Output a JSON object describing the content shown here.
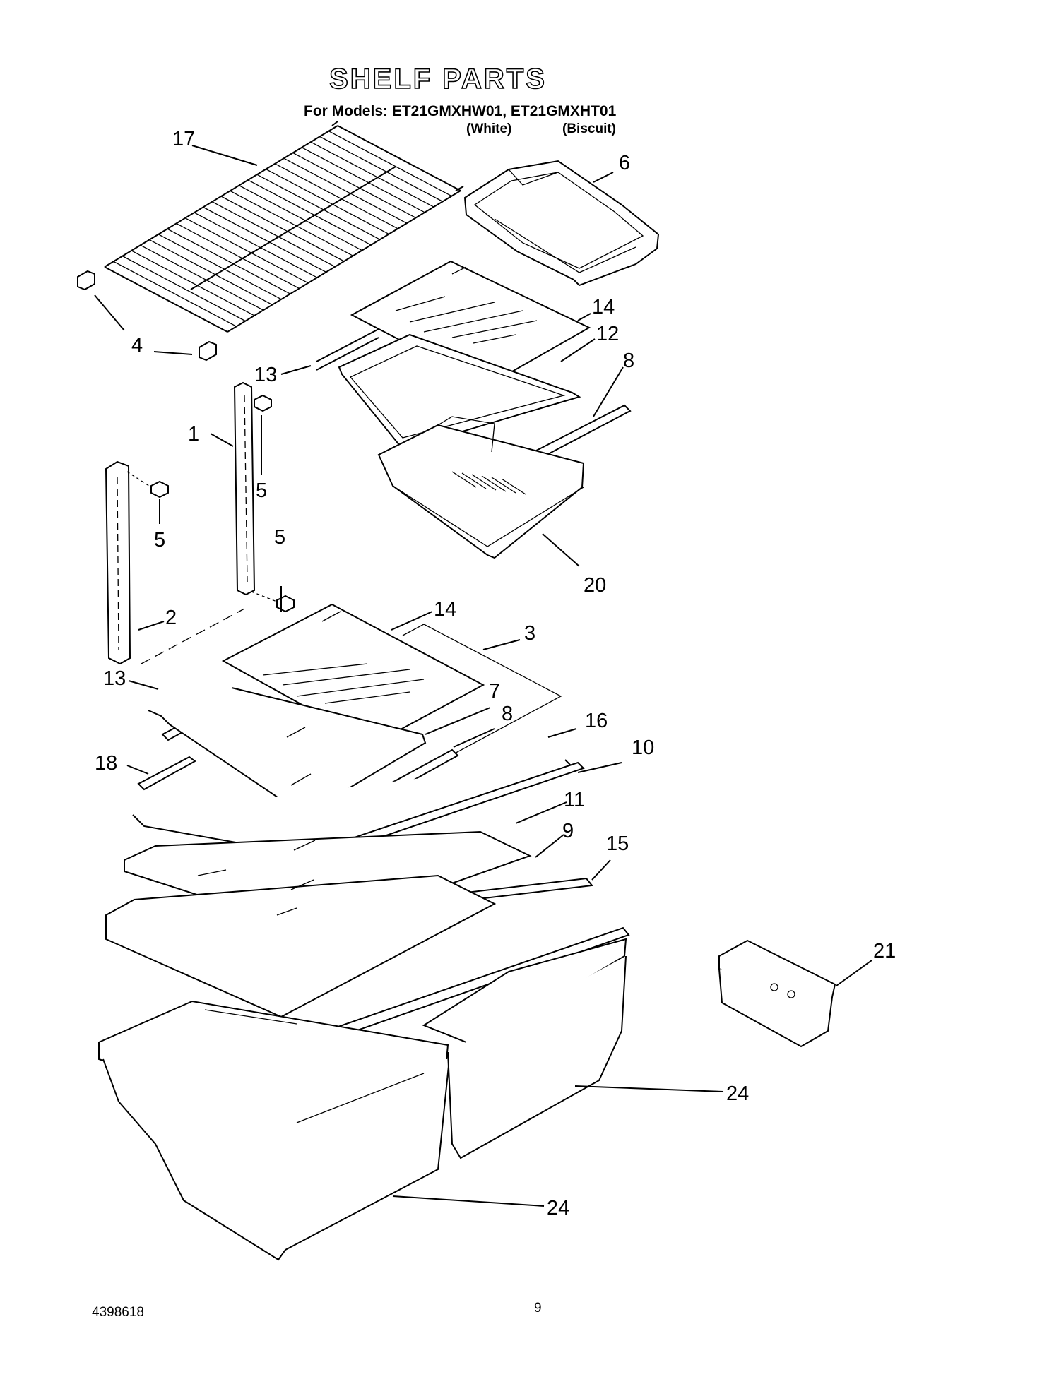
{
  "header": {
    "title": "SHELF PARTS",
    "models": "For Models: ET21GMXHW01, ET21GMXHT01",
    "color_white": "(White)",
    "color_biscuit": "(Biscuit)"
  },
  "footer": {
    "doc_number": "4398618",
    "page_number": "9"
  },
  "callouts": {
    "c17": "17",
    "c6": "6",
    "c14a": "14",
    "c12": "12",
    "c8a": "8",
    "c4": "4",
    "c13a": "13",
    "c1": "1",
    "c5a": "5",
    "c5b": "5",
    "c5c": "5",
    "c20": "20",
    "c2": "2",
    "c14b": "14",
    "c3": "3",
    "c7": "7",
    "c8b": "8",
    "c16": "16",
    "c13b": "13",
    "c10": "10",
    "c18": "18",
    "c11": "11",
    "c9": "9",
    "c15": "15",
    "c21": "21",
    "c24a": "24",
    "c24b": "24"
  }
}
